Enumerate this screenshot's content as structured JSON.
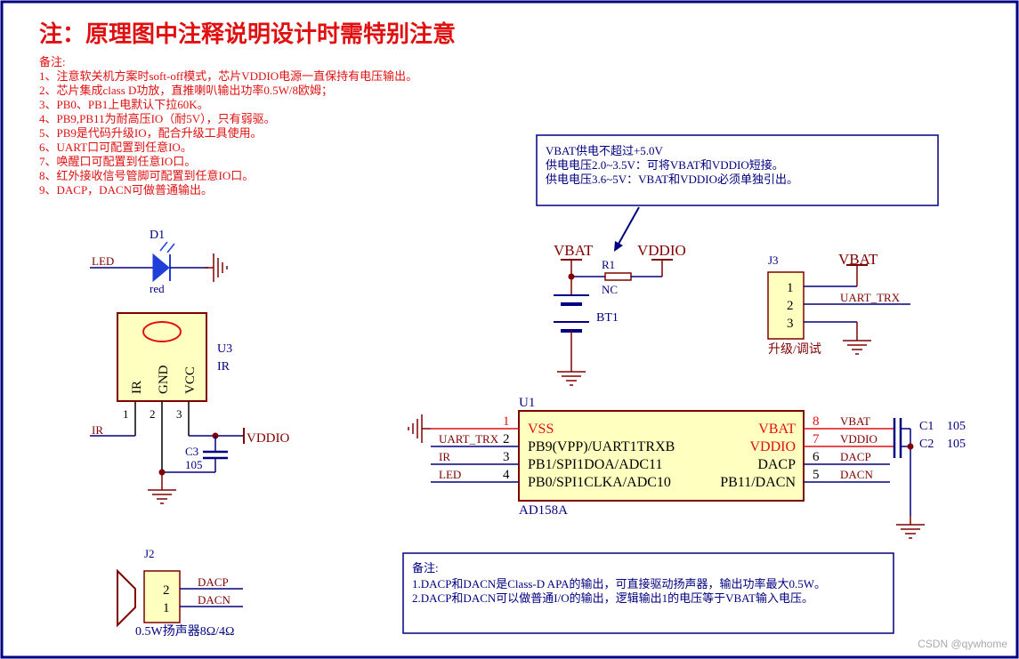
{
  "header": {
    "title": "注：原理图中注释说明设计时需特别注意"
  },
  "notes_top": {
    "heading": "备注:",
    "items": [
      "1、注意软关机方案时soft-off模式，芯片VDDIO电源一直保持有电压输出。",
      "2、芯片集成class D功放，直推喇叭输出功率0.5W/8欧姆；",
      "3、PB0、PB1上电默认下拉60K。",
      "4、PB9,PB11为耐高压IO（耐5V），只有弱驱。",
      "5、PB9是代码升级IO，配合升级工具使用。",
      "6、UART口可配置到任意IO。",
      "7、唤醒口可配置到任意IO口。",
      "8、红外接收信号管脚可配置到任意IO口。",
      "9、DACP，DACN可做普通输出。"
    ]
  },
  "vbat_note": {
    "lines": [
      "VBAT供电不超过+5.0V",
      "供电电压2.0~3.5V：可将VBAT和VDDIO短接。",
      "供电电压3.6~5V：VBAT和VDDIO必须单独引出。"
    ]
  },
  "led": {
    "ref": "D1",
    "value": "red",
    "net": "LED"
  },
  "ir": {
    "ref": "U3",
    "value": "IR",
    "net": "IR",
    "supply": "VDDIO",
    "pins": [
      "IR",
      "GND",
      "VCC"
    ],
    "pin_numbers": [
      "1",
      "2",
      "3"
    ],
    "cap_ref": "C3",
    "cap_value": "105"
  },
  "battery": {
    "ref": "BT1",
    "vbat": "VBAT",
    "vddio": "VDDIO",
    "r_ref": "R1",
    "r_value": "NC"
  },
  "j3": {
    "ref": "J3",
    "desc": "升级/调试",
    "vbat": "VBAT",
    "uart": "UART_TRX",
    "pins": [
      "1",
      "2",
      "3"
    ]
  },
  "u1": {
    "ref": "U1",
    "value": "AD158A",
    "left_pins": [
      {
        "num": "1",
        "name": "VSS",
        "net": ""
      },
      {
        "num": "2",
        "name": "PB9(VPP)/UART1TRXB",
        "net": "UART_TRX"
      },
      {
        "num": "3",
        "name": "PB1/SPI1DOA/ADC11",
        "net": "IR"
      },
      {
        "num": "4",
        "name": "PB0/SPI1CLKA/ADC10",
        "net": "LED"
      }
    ],
    "right_pins": [
      {
        "num": "8",
        "name": "VBAT",
        "net": "VBAT"
      },
      {
        "num": "7",
        "name": "VDDIO",
        "net": "VDDIO"
      },
      {
        "num": "6",
        "name": "DACP",
        "net": "DACP"
      },
      {
        "num": "5",
        "name": "PB11/DACN",
        "net": "DACN"
      }
    ],
    "c1_ref": "C1",
    "c1_value": "105",
    "c2_ref": "C2",
    "c2_value": "105"
  },
  "j2": {
    "ref": "J2",
    "desc": "0.5W扬声器8Ω/4Ω",
    "pins": [
      "2",
      "1"
    ],
    "nets": [
      "DACP",
      "DACN"
    ]
  },
  "notes_bottom": {
    "heading": "备注:",
    "items": [
      "1.DACP和DACN是Class-D APA的输出，可直接驱动扬声器，输出功率最大0.5W。",
      "2.DACP和DACN可以做普通I/O的输出，逻辑输出1的电压等于VBAT输入电压。"
    ]
  },
  "watermark": "CSDN @qywhome",
  "colors": {
    "border": "#000080",
    "wire": "#000080",
    "red": "#e01010",
    "dark_red": "#800000",
    "chip_fill": "#ffffc0",
    "led_blue": "#1f3fd8"
  }
}
